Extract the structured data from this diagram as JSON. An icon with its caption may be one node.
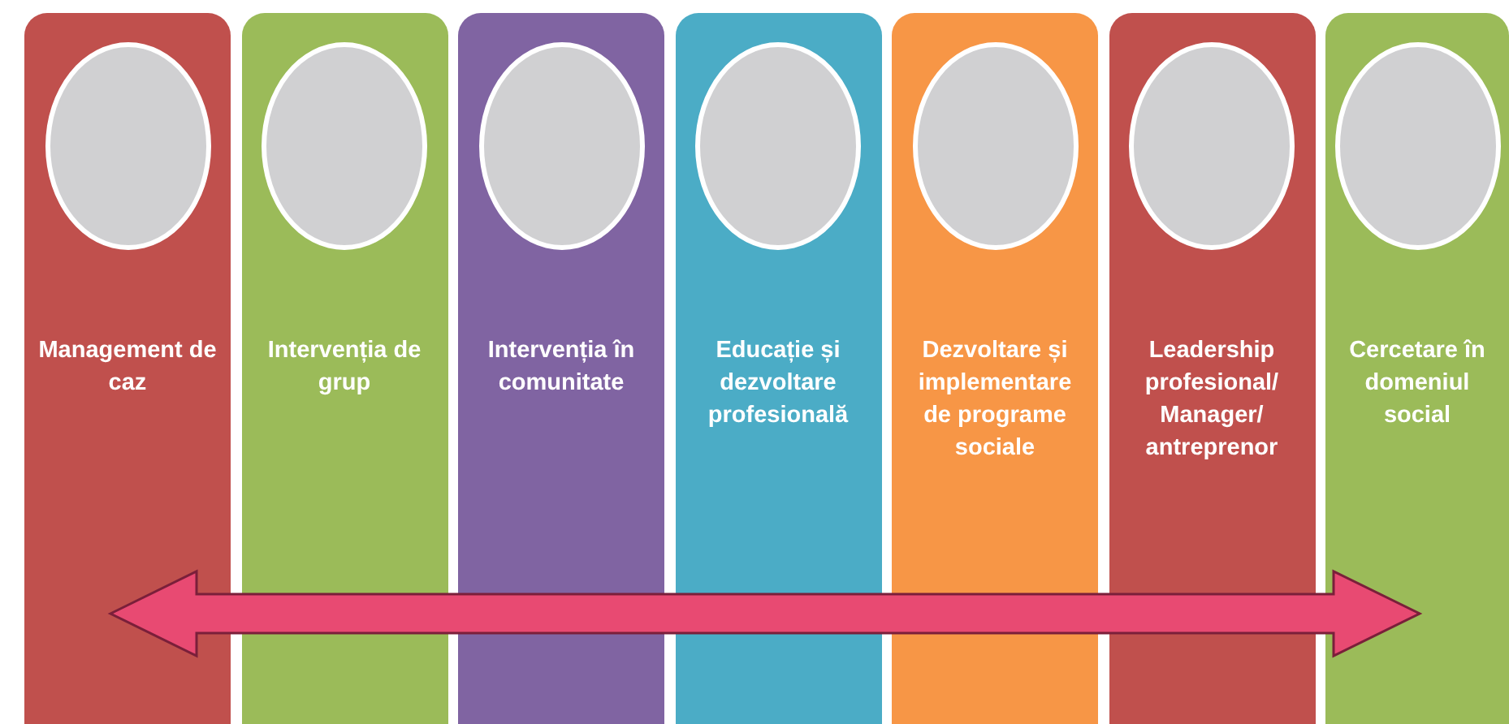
{
  "diagram": {
    "nodes": [
      {
        "text": [
          "Management de caz"
        ]
      },
      {
        "text": [],
        "shape": "circle",
        "in": 0
      },
      {
        "text": [
          "Intervenția de grup"
        ]
      },
      {
        "text": [],
        "shape": "circle",
        "in": 2
      },
      {
        "text": [
          "Intervenția în comunitate"
        ]
      },
      {
        "text": [],
        "shape": "circle",
        "in": 4
      },
      {
        "text": [
          "Educație și dezvoltare profesională"
        ]
      },
      {
        "text": [],
        "shape": "circle",
        "in": 6
      },
      {
        "text": [
          "Dezvoltare și implementare de programe sociale"
        ]
      },
      {
        "text": [],
        "shape": "circle",
        "in": 8
      },
      {
        "text": [
          "Leadership profesional/ Manager/ antreprenor"
        ]
      },
      {
        "text": [],
        "shape": "circle",
        "in": 10
      },
      {
        "text": [
          "Cercetare în domeniul social"
        ]
      },
      {
        "text": [],
        "shape": "circle",
        "in": 12
      }
    ]
  }
}
